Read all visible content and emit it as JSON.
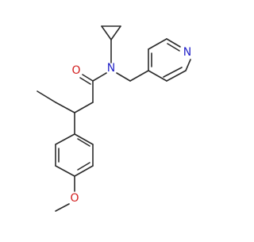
{
  "molecule": {
    "atom_labels": {
      "carbonyl_oxygen": "O",
      "amide_nitrogen": "N",
      "pyridine_nitrogen": "N",
      "ether_oxygen": "O"
    },
    "colors": {
      "bond": "#2b2b2b",
      "nitrogen": "#2323c8",
      "oxygen": "#d21e1e",
      "background": "#ffffff"
    }
  }
}
